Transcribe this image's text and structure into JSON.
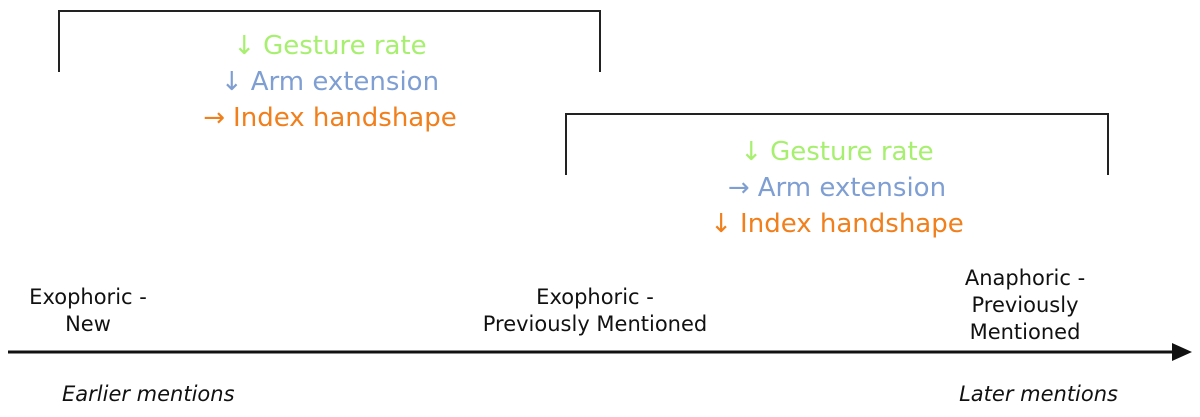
{
  "colors": {
    "gesture_rate": "#a7ef6f",
    "arm_extension": "#7f9fd3",
    "index_handshape": "#f07f1c",
    "line": "#111111"
  },
  "bracket_1": {
    "effects": [
      {
        "arrow": "↓",
        "icon": "down-arrow-icon",
        "label": "Gesture rate",
        "color": "#a7ef6f"
      },
      {
        "arrow": "↓",
        "icon": "down-arrow-icon",
        "label": "Arm extension",
        "color": "#7f9fd3"
      },
      {
        "arrow": "→",
        "icon": "right-arrow-icon",
        "label": "Index handshape",
        "color": "#f07f1c"
      }
    ]
  },
  "bracket_2": {
    "effects": [
      {
        "arrow": "↓",
        "icon": "down-arrow-icon",
        "label": "Gesture rate",
        "color": "#a7ef6f"
      },
      {
        "arrow": "→",
        "icon": "right-arrow-icon",
        "label": "Arm extension",
        "color": "#7f9fd3"
      },
      {
        "arrow": "↓",
        "icon": "down-arrow-icon",
        "label": "Index handshape",
        "color": "#f07f1c"
      }
    ]
  },
  "stages": [
    {
      "lines": [
        "Exophoric -",
        "New"
      ]
    },
    {
      "lines": [
        "Exophoric -",
        "Previously Mentioned"
      ]
    },
    {
      "lines": [
        "Anaphoric -",
        "Previously",
        "Mentioned"
      ]
    }
  ],
  "axis": {
    "start_label": "Earlier mentions",
    "end_label": "Later mentions"
  }
}
